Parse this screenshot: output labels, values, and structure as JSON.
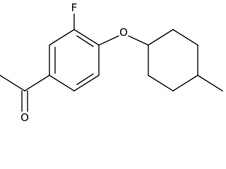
{
  "molecule": {
    "atoms": {
      "fluorine": "F",
      "ether_oxygen": "O",
      "carbonyl_oxygen": "O"
    }
  },
  "colors": {
    "background": "#ffffff",
    "bond": "#000000",
    "label": "#000000"
  }
}
